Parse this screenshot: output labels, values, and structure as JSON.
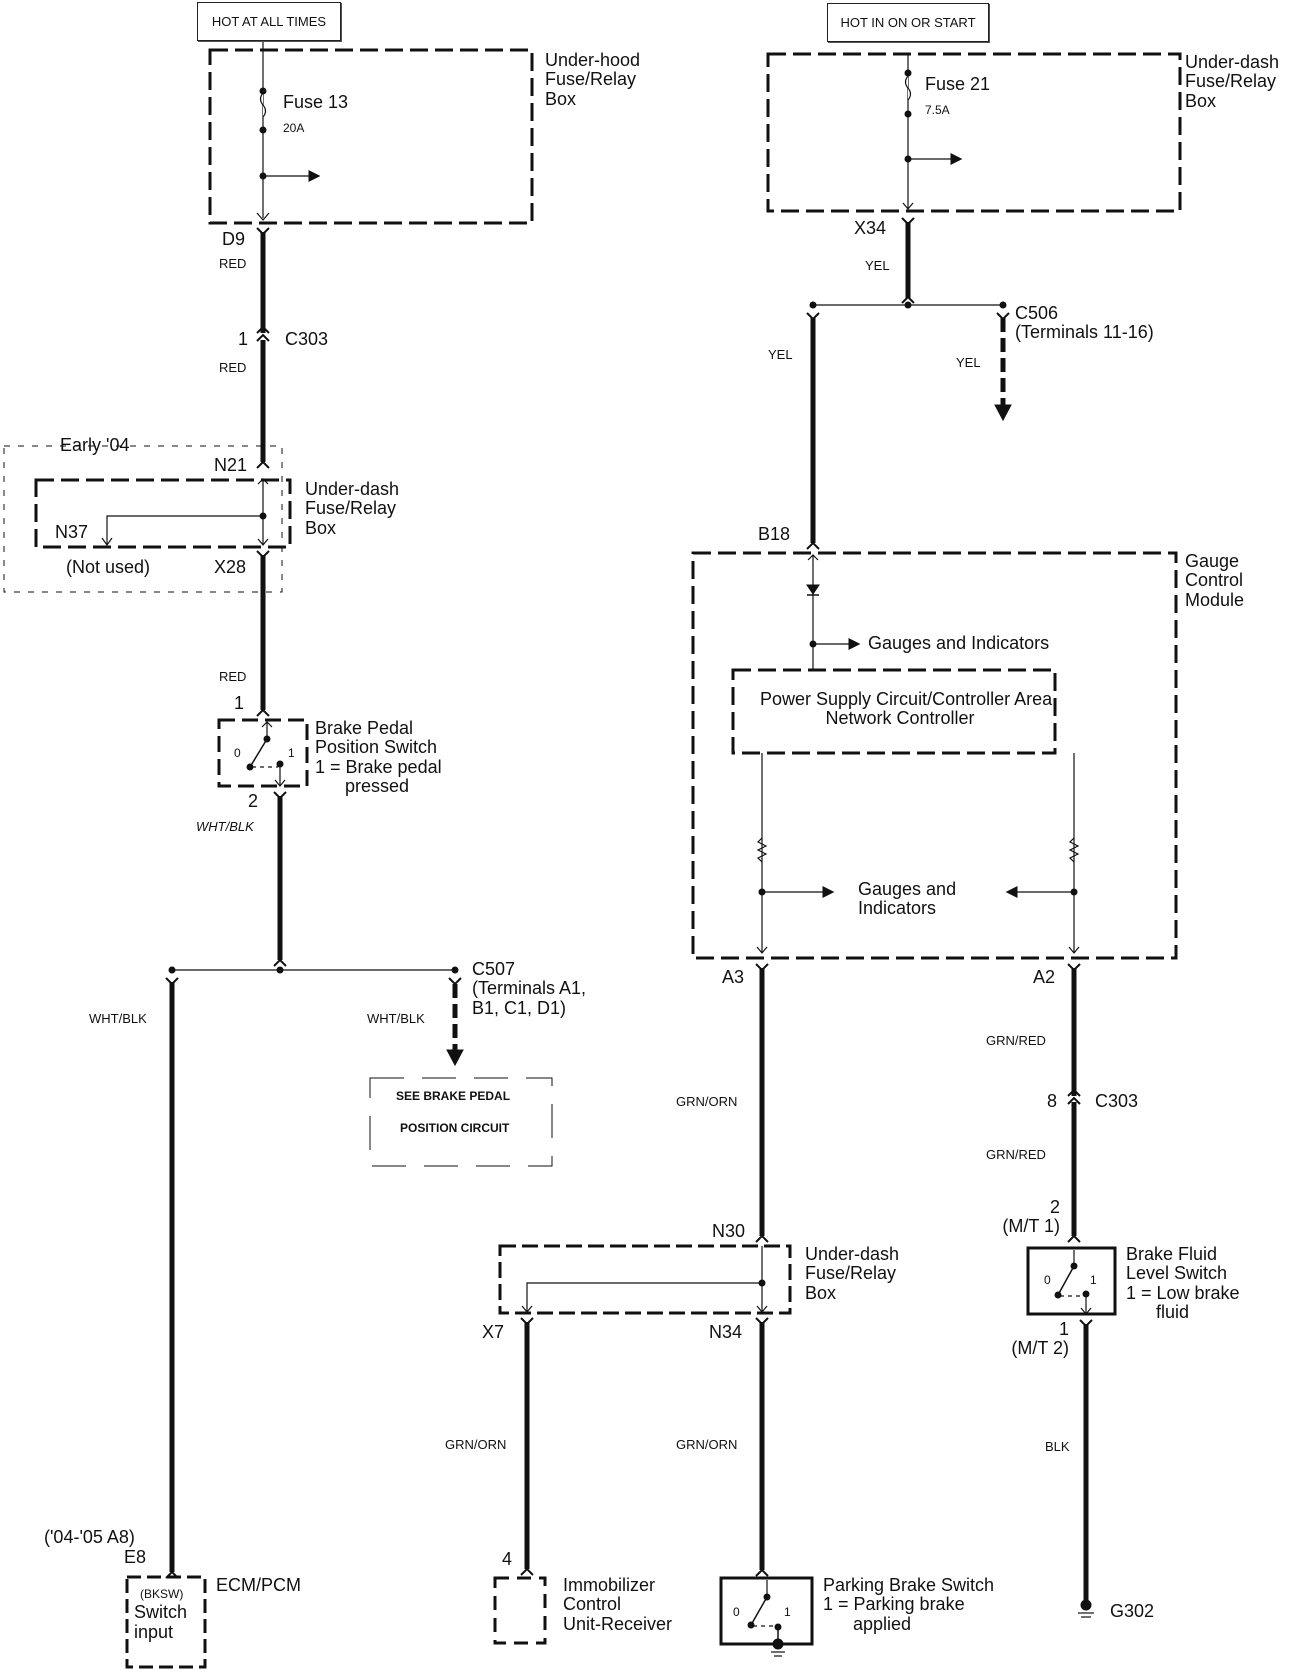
{
  "power_sources": {
    "left": "HOT AT ALL TIMES",
    "right": "HOT IN ON OR START"
  },
  "components": {
    "underhood_box": "Under-hood\nFuse/Relay\nBox",
    "underdash_box_top": "Under-dash\nFuse/Relay\nBox",
    "underdash_box_early04": "Under-dash\nFuse/Relay\nBox",
    "underdash_box_bottom": "Under-dash\nFuse/Relay\nBox",
    "gauge_module": "Gauge\nControl\nModule",
    "brake_pedal_switch": "Brake Pedal\nPosition Switch\n1 = Brake pedal\n      pressed",
    "brake_fluid_switch": "Brake Fluid\nLevel Switch\n1 = Low brake\n      fluid",
    "parking_brake_switch": "Parking Brake Switch\n1 = Parking brake\n      applied",
    "ecm_pcm": "ECM/PCM",
    "ecm_pin_label": "(BKSW)",
    "ecm_pin_desc": "Switch\ninput",
    "immobilizer": "Immobilizer\nControl\nUnit-Receiver",
    "power_supply_ctrl": "Power Supply Circuit/Controller Area\nNetwork Controller",
    "gauges_indicators_top": "Gauges and Indicators",
    "gauges_indicators_bottom": "Gauges and\nIndicators",
    "see_circuit": [
      "SEE BRAKE PEDAL",
      "POSITION CIRCUIT"
    ]
  },
  "fuses": [
    {
      "name": "Fuse 13",
      "rating": "20A"
    },
    {
      "name": "Fuse 21",
      "rating": "7.5A"
    }
  ],
  "connectors": {
    "d9": "D9",
    "c303_left_pin": "1",
    "c303_left": "C303",
    "n21": "N21",
    "n37": "N37",
    "not_used": "(Not used)",
    "x28": "X28",
    "early04": "Early '04",
    "bpps_pin1": "1",
    "bpps_pin2": "2",
    "c507": "C507\n(Terminals A1,\nB1, C1, D1)",
    "ecm_alt": "('04-'05 A8)",
    "e8": "E8",
    "x34": "X34",
    "c506": "C506\n(Terminals 11-16)",
    "b18": "B18",
    "a3": "A3",
    "a2": "A2",
    "c303_right_pin": "8",
    "c303_right": "C303",
    "bfls_pin2": "2\n(M/T 1)",
    "bfls_pin1": "1\n(M/T 2)",
    "n30": "N30",
    "x7": "X7",
    "n34": "N34",
    "imm_pin": "4",
    "g302": "G302"
  },
  "switch_positions": {
    "off": "0",
    "on": "1"
  },
  "wires": {
    "red1": "RED",
    "red2": "RED",
    "red3": "RED",
    "whtblk1": "WHT/BLK",
    "whtblk2": "WHT/BLK",
    "whtblk3": "WHT/BLK",
    "yel1": "YEL",
    "yel2": "YEL",
    "yel3": "YEL",
    "grnorn1": "GRN/ORN",
    "grnorn2": "GRN/ORN",
    "grnorn3": "GRN/ORN",
    "grnred1": "GRN/RED",
    "grnred2": "GRN/RED",
    "blk": "BLK"
  }
}
